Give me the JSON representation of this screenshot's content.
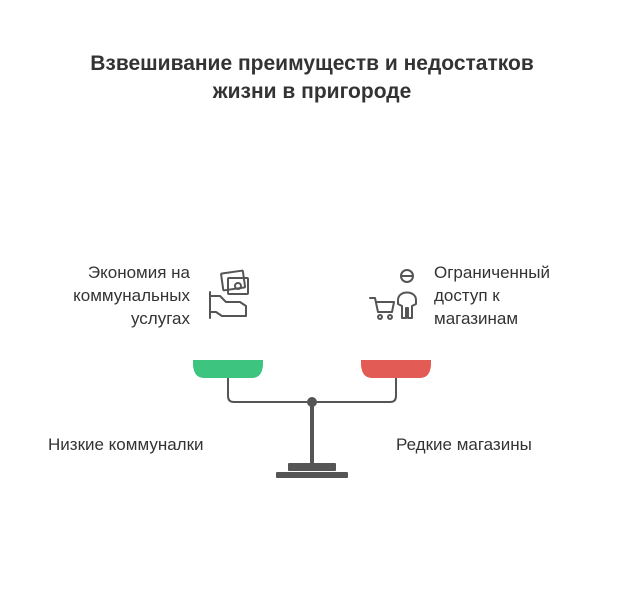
{
  "title": {
    "line1": "Взвешивание преимуществ и недостатков",
    "line2": "жизни в пригороде"
  },
  "left_side": {
    "text_lines": [
      "Экономия на",
      "коммунальных",
      "услугах"
    ],
    "icon": "money-hand-icon",
    "pan_color": "#3dc47e",
    "label": "Низкие коммуналки"
  },
  "right_side": {
    "text_lines": [
      "Ограниченный",
      "доступ к",
      "магазинам"
    ],
    "icon": "shopper-cart-icon",
    "pan_color": "#e35b55",
    "label": "Редкие магазины"
  },
  "colors": {
    "scale": "#555555",
    "text": "#333333"
  }
}
